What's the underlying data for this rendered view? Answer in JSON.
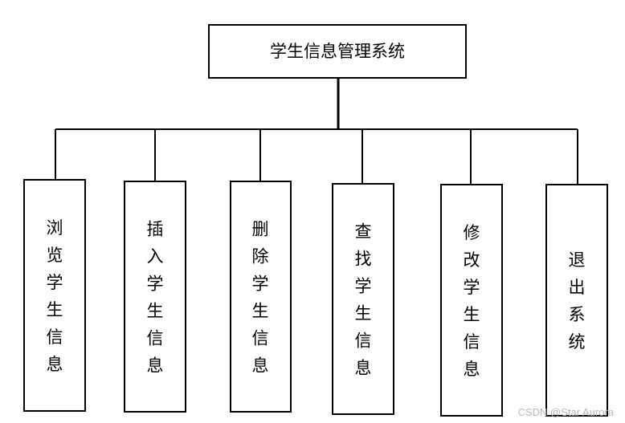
{
  "diagram": {
    "root": {
      "label": "学生信息管理系统"
    },
    "children": [
      {
        "label": "浏览学生信息"
      },
      {
        "label": "插入学生信息"
      },
      {
        "label": "删除学生信息"
      },
      {
        "label": "查找学生信息"
      },
      {
        "label": "修改学生信息"
      },
      {
        "label": "退出系统"
      }
    ]
  },
  "watermark": {
    "text": "CSDN @Star Aurora"
  }
}
